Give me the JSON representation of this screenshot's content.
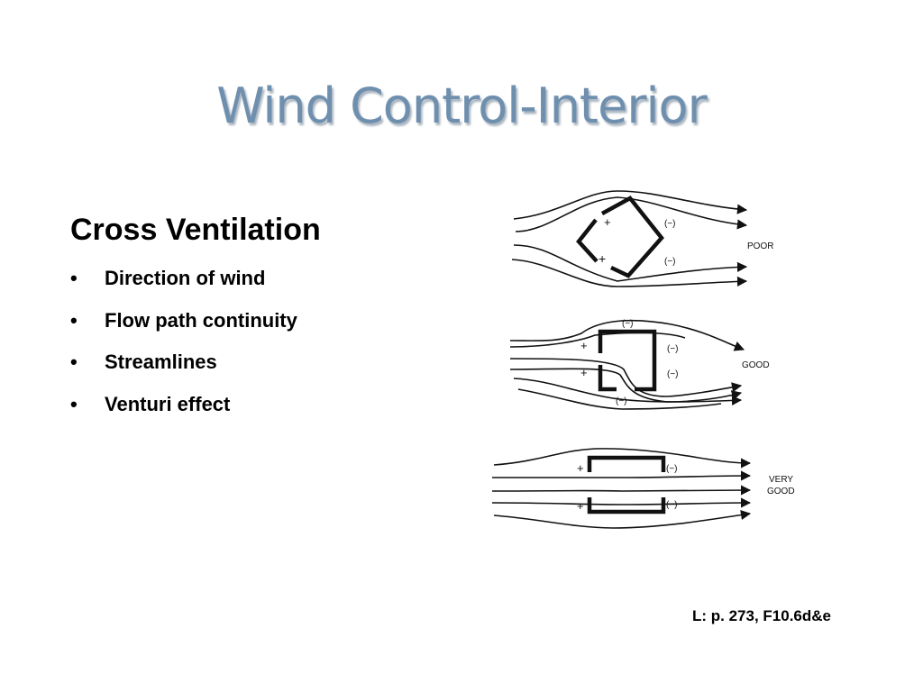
{
  "title": "Wind Control-Interior",
  "heading": "Cross Ventilation",
  "bullet_marker": "•",
  "bullets": [
    "Direction of wind",
    "Flow path continuity",
    "Streamlines",
    "Venturi effect"
  ],
  "citation": "L: p. 273, F10.6d&e",
  "figure": {
    "poor": {
      "label": "POOR",
      "plus_1": "+",
      "plus_2": "+",
      "minus_1": "(−)",
      "minus_2": "(−)"
    },
    "good": {
      "label": "GOOD",
      "minus_top": "(−)",
      "plus_1": "+",
      "plus_2": "+",
      "minus_1": "(−)",
      "minus_2": "(−)",
      "minus_bottom": "(−)"
    },
    "very_good": {
      "label_line1": "VERY",
      "label_line2": "GOOD",
      "plus_1": "+",
      "plus_2": "+",
      "minus_1": "(−)",
      "minus_2": "(−)"
    }
  }
}
